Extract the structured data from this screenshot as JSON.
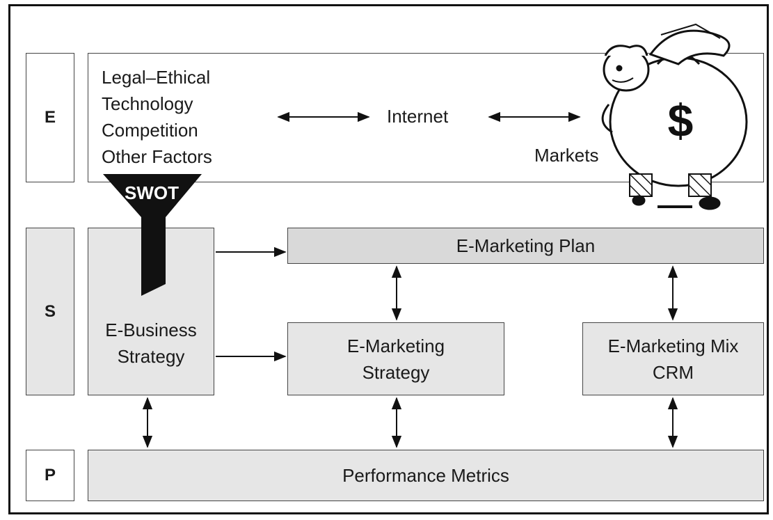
{
  "rows": {
    "e": "E",
    "s": "S",
    "p": "P"
  },
  "environment": {
    "factors": [
      "Legal–Ethical",
      "Technology",
      "Competition",
      "Other Factors"
    ],
    "internet": "Internet",
    "markets": "Markets",
    "money_symbol": "$"
  },
  "funnel_label": "SWOT",
  "strategy": {
    "ebusiness_line1": "E-Business",
    "ebusiness_line2": "Strategy",
    "plan": "E-Marketing Plan",
    "emarketing_line1": "E-Marketing",
    "emarketing_line2": "Strategy",
    "mix_line1": "E-Marketing Mix",
    "mix_line2": "CRM"
  },
  "performance": {
    "metrics": "Performance Metrics"
  }
}
